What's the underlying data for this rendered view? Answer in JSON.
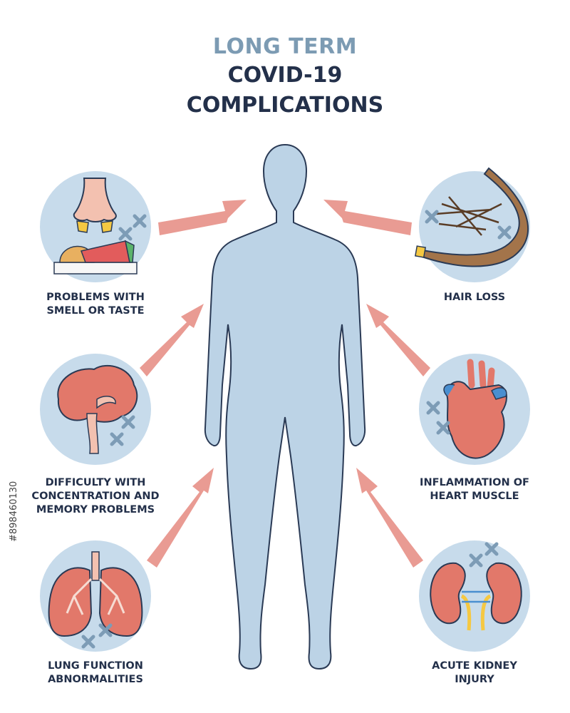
{
  "title": {
    "line1": "LONG TERM",
    "line2": "COVID-19",
    "line3": "COMPLICATIONS"
  },
  "complications": {
    "smell_taste": "PROBLEMS WITH\nSMELL OR TASTE",
    "concentration": "DIFFICULTY WITH\nCONCENTRATION AND\nMEMORY PROBLEMS",
    "lung": "LUNG FUNCTION\nABNORMALITIES",
    "hair_loss": "HAIR LOSS",
    "heart": "INFLAMMATION OF\nHEART MUSCLE",
    "kidney": "ACUTE KIDNEY\nINJURY"
  },
  "icons": [
    "nose-food-icon",
    "brain-icon",
    "lungs-icon",
    "hair-icon",
    "heart-icon",
    "kidneys-icon",
    "virus-cross-icon"
  ],
  "colors": {
    "title_accent": "#7c9bb3",
    "title_dark": "#23304a",
    "body_fill": "#bcd3e6",
    "circle_fill": "#c7dbeb",
    "arrow": "#e99b93"
  },
  "side_id": "#898460130"
}
